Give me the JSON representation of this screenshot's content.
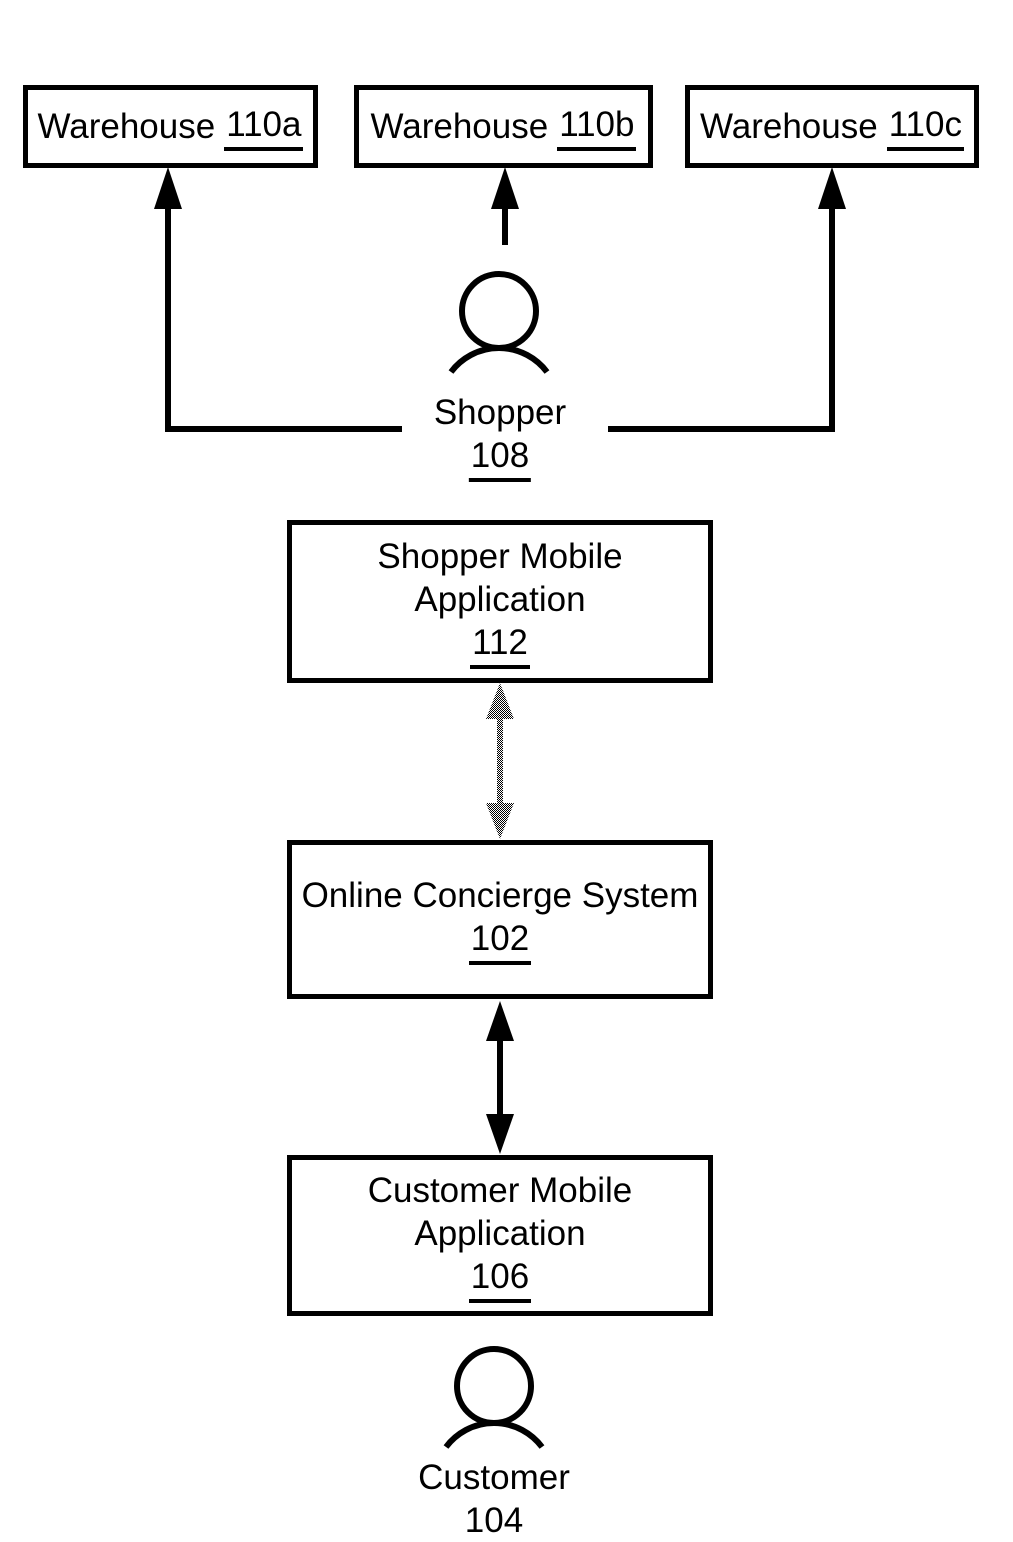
{
  "diagram": {
    "warehouse_row": [
      {
        "name": "Warehouse",
        "number": "110a"
      },
      {
        "name": "Warehouse",
        "number": "110b"
      },
      {
        "name": "Warehouse",
        "number": "110c"
      }
    ],
    "shopper_actor": {
      "name": "Shopper",
      "number": "108"
    },
    "shopper_mobile_app": {
      "line1": "Shopper Mobile",
      "line2": "Application",
      "number": "112"
    },
    "online_concierge_system": {
      "line1": "Online Concierge System",
      "number": "102"
    },
    "customer_mobile_app": {
      "line1": "Customer Mobile",
      "line2": "Application",
      "number": "106"
    },
    "customer_actor": {
      "name": "Customer",
      "number": "104"
    },
    "colors": {
      "ink": "#000000",
      "paper": "#ffffff"
    }
  }
}
